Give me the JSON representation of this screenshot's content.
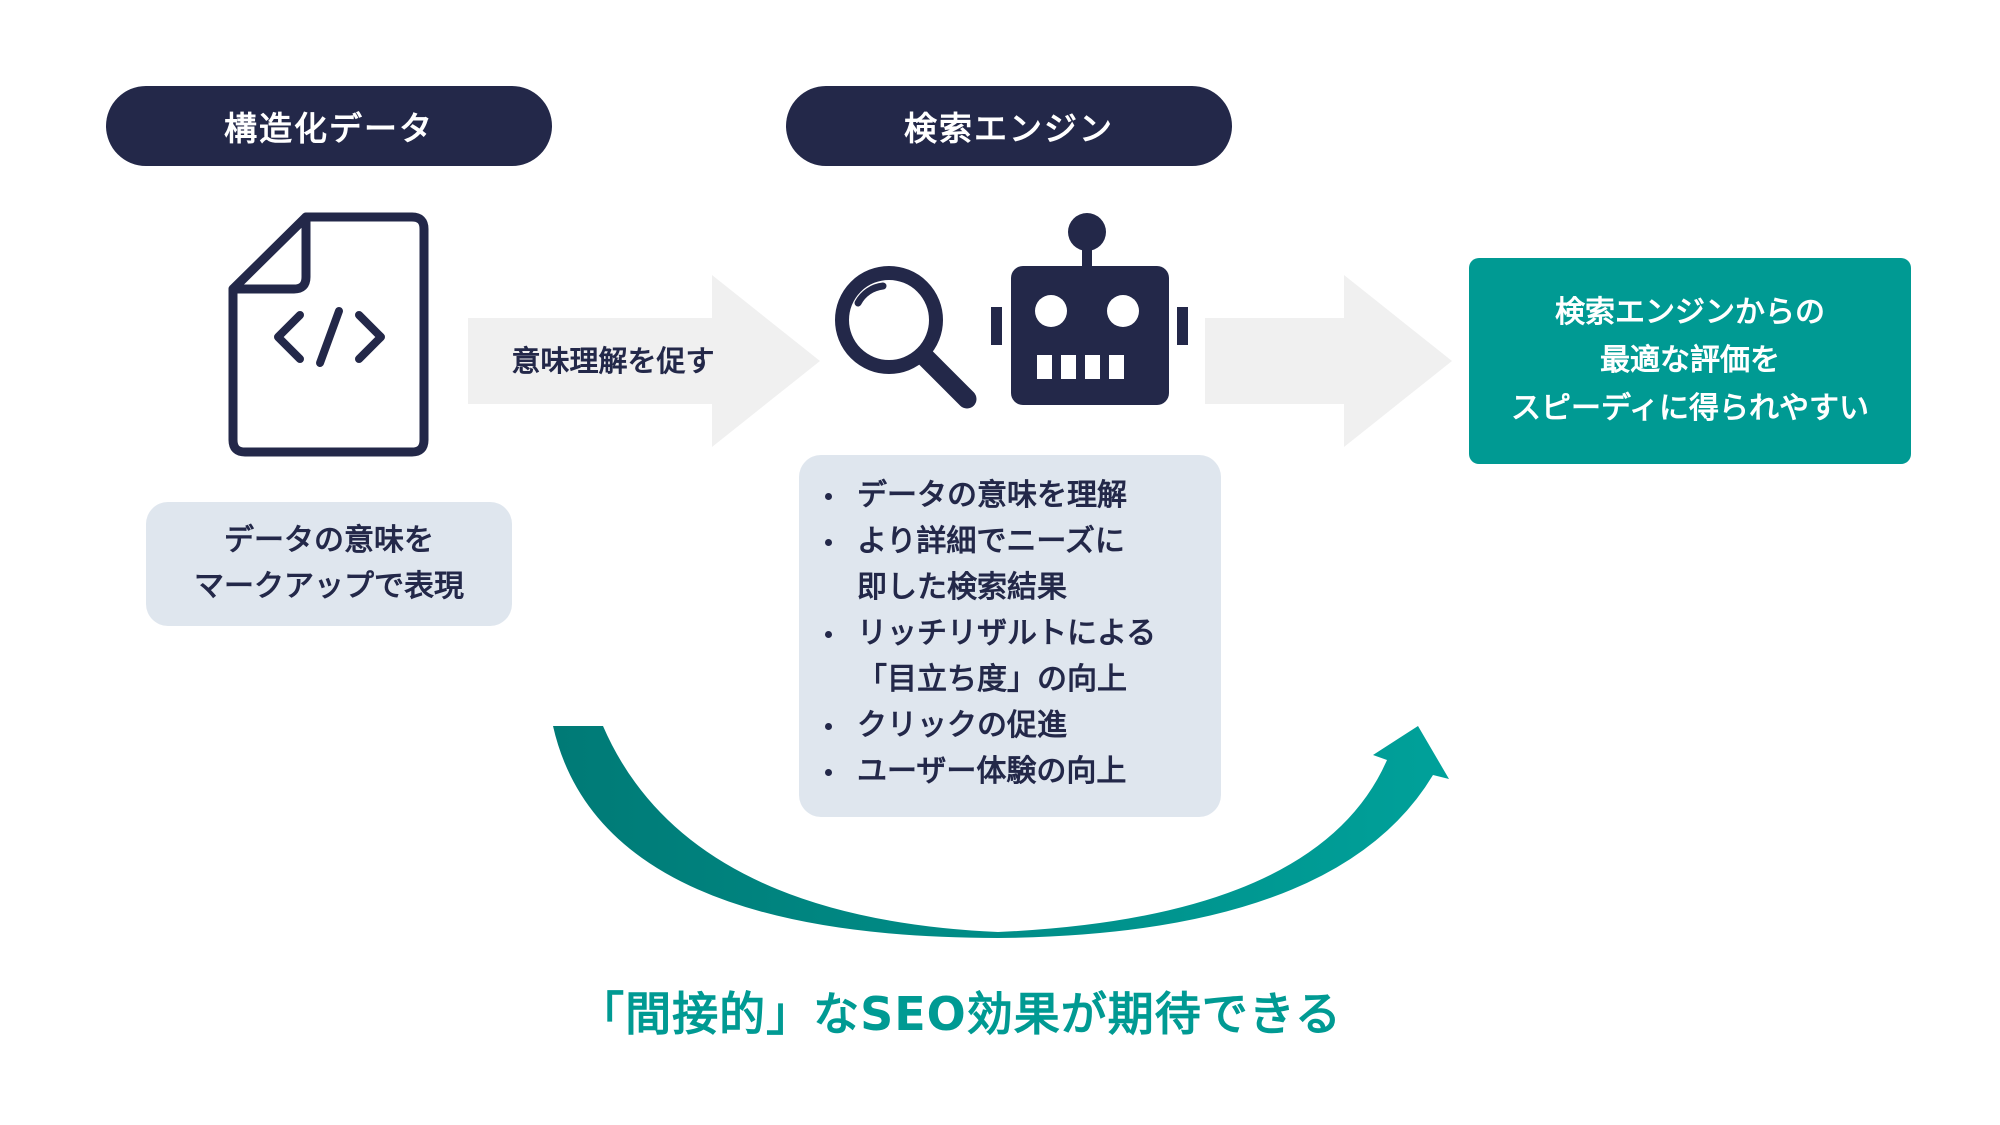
{
  "colors": {
    "navy": "#232849",
    "teal": "#009a93",
    "teal_dark": "#007f7a",
    "light_box": "#dfe6ee",
    "arrow_gray": "#f0f0f0"
  },
  "header_left": {
    "label": "構造化データ"
  },
  "header_center": {
    "label": "検索エンジン"
  },
  "arrow_middle": {
    "label": "意味理解を促す"
  },
  "left_caption": {
    "lines": [
      "データの意味を",
      "マークアップで表現"
    ]
  },
  "center_list": {
    "items": [
      "データの意味を理解",
      "より詳細でニーズに\n即した検索結果",
      "リッチリザルトによる\n「目立ち度」の向上",
      "クリックの促進",
      "ユーザー体験の向上"
    ]
  },
  "result_box": {
    "lines": [
      "検索エンジンからの",
      "最適な評価を",
      "スピーディに得られやすい"
    ]
  },
  "bottom_text": {
    "label": "「間接的」なSEO効果が期待できる"
  },
  "icons": {
    "document": "code-document-icon",
    "search": "magnifier-icon",
    "robot": "robot-icon"
  }
}
